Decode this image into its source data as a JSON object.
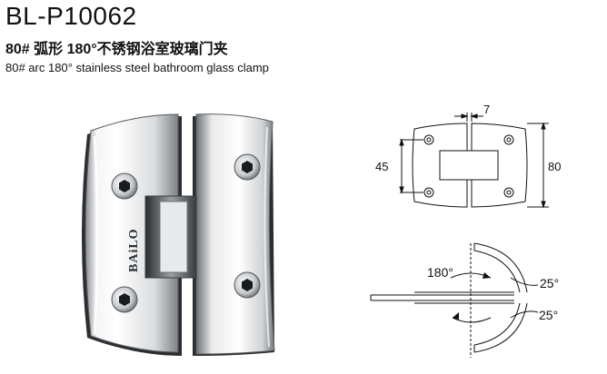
{
  "header": {
    "model": "BL-P10062",
    "title_cn": "80# 弧形 180°不锈钢浴室玻璃门夹",
    "title_en": "80# arc 180° stainless steel bathroom glass clamp"
  },
  "product": {
    "brand_mark": "BAiLO"
  },
  "drawing": {
    "dim_gap": "7",
    "dim_hole_spacing": "45",
    "dim_height": "80",
    "angle_rotation": "180°",
    "angle_upper": "25°",
    "angle_lower": "25°"
  }
}
